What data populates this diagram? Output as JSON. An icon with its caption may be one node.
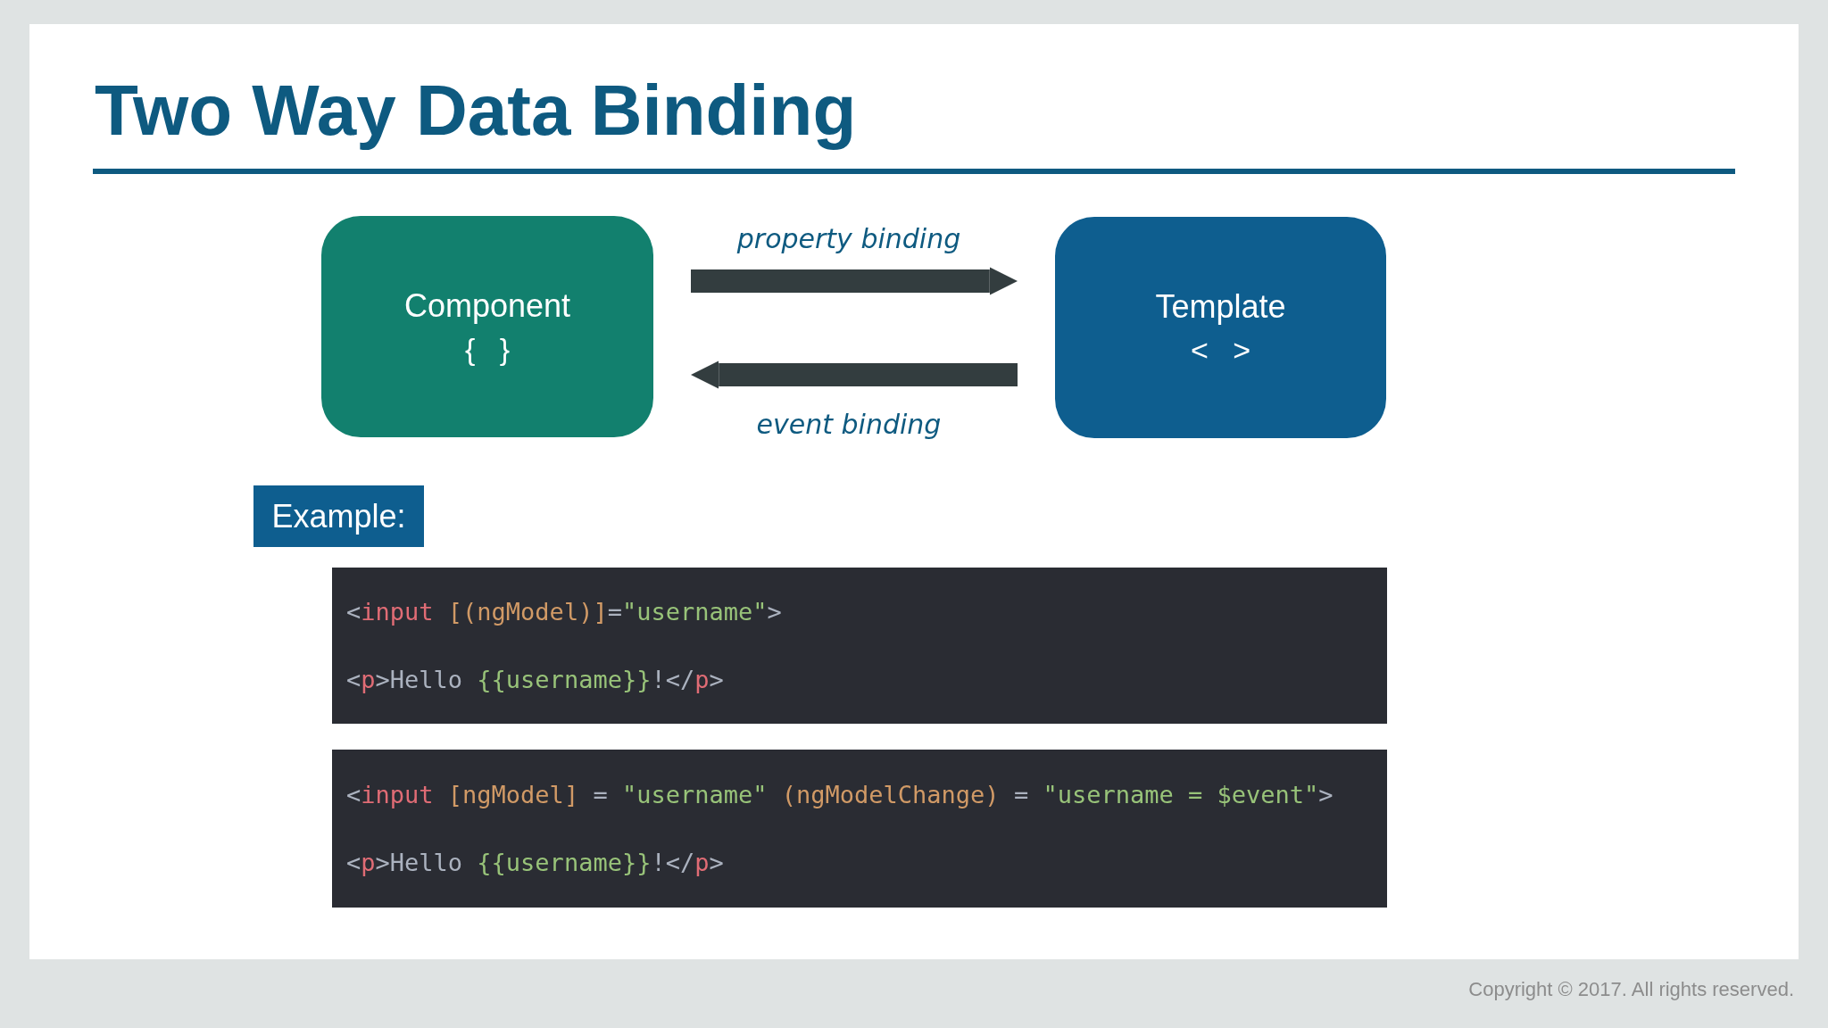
{
  "diagram": {
    "title": "Two Way Data Binding",
    "nodes": [
      {
        "text": [
          "Component",
          "{ }"
        ]
      },
      {
        "text": [
          "Template",
          "< >"
        ]
      },
      {
        "text": [
          "Example:"
        ]
      },
      {
        "text": [
          "<input [(ngModel)]=\"username\">",
          "<p>Hello {{username}}!</p>"
        ]
      },
      {
        "text": [
          "<input [ngModel] = \"username\" (ngModelChange) = \"username = $event\">",
          "<p>Hello {{username}}!</p>"
        ]
      }
    ],
    "edges": [
      {
        "from": 0,
        "to": 1,
        "arrow": "to",
        "label": "property binding"
      },
      {
        "from": 1,
        "to": 0,
        "arrow": "to",
        "label": "event binding"
      }
    ],
    "labels": [
      "Copyright © 2017. All rights reserved."
    ]
  }
}
